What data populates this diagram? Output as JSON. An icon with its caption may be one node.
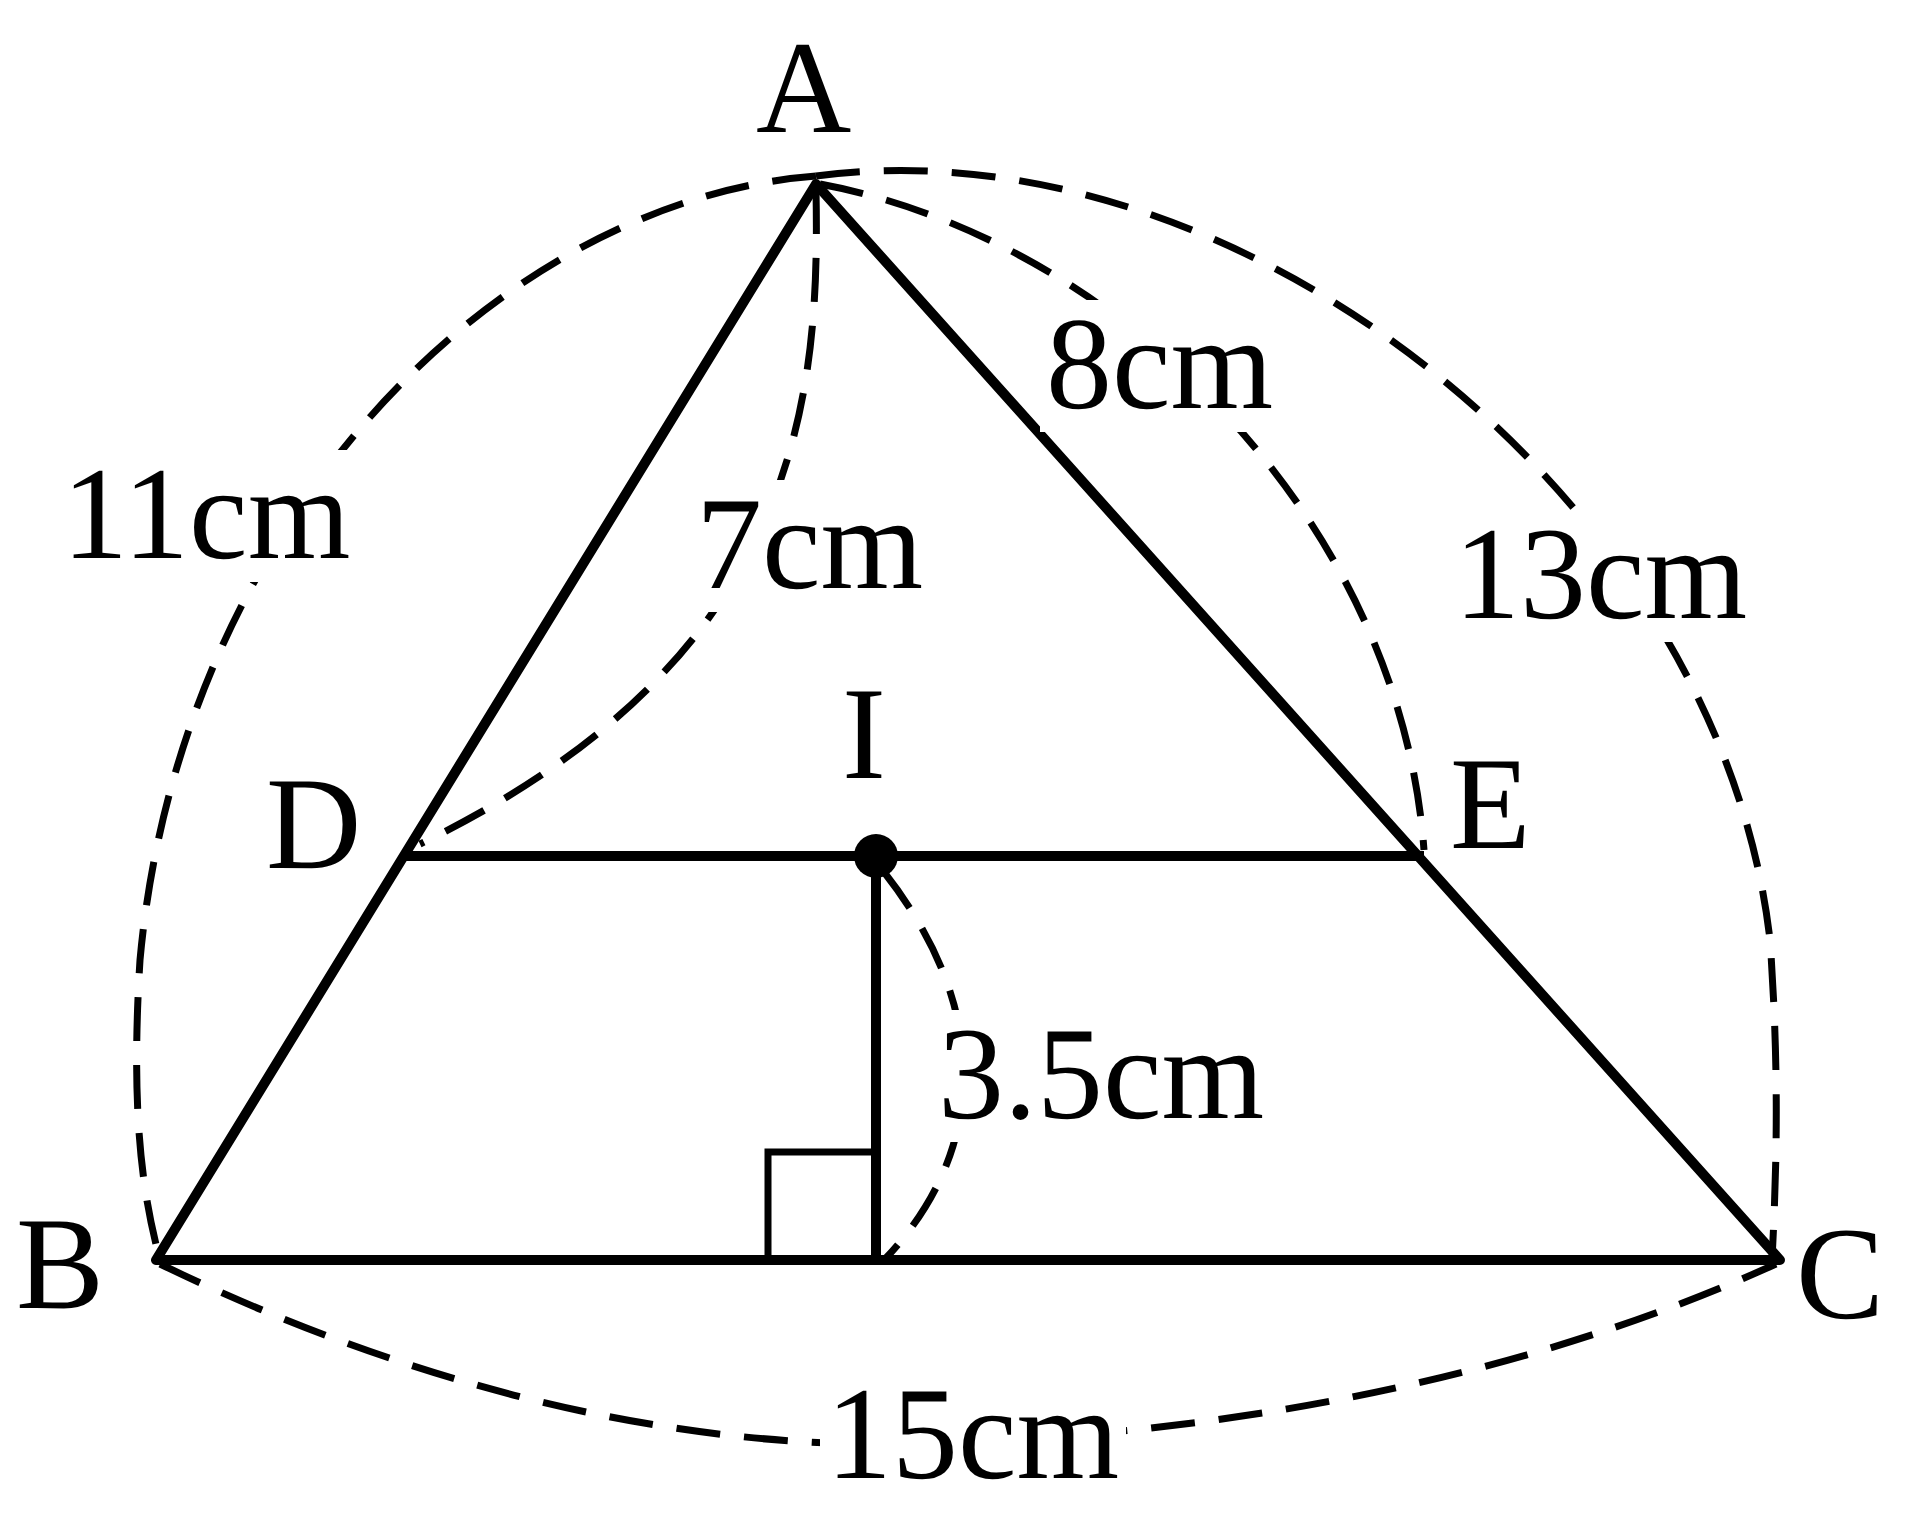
{
  "diagram": {
    "labels": [
      "A",
      "8cm",
      "11cm",
      "7cm",
      "13cm",
      "I",
      "D",
      "E",
      "3.5cm",
      "B",
      "C",
      "15cm"
    ]
  }
}
